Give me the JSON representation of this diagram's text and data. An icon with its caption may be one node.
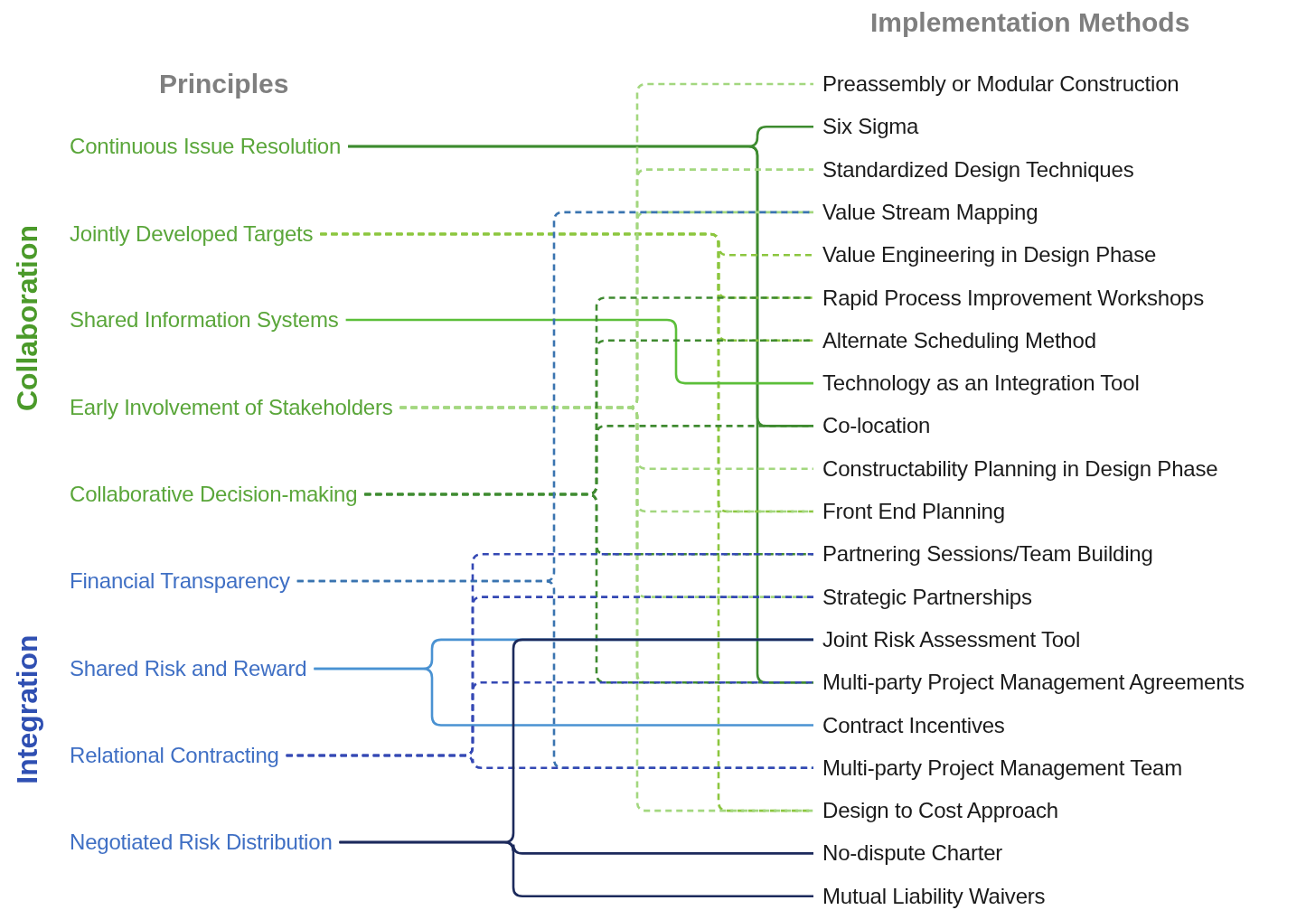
{
  "diagram": {
    "nodes": [
      {
        "text": [
          "Continuous Issue Resolution"
        ]
      },
      {
        "text": [
          "Jointly Developed Targets"
        ]
      },
      {
        "text": [
          "Shared Information Systems"
        ]
      },
      {
        "text": [
          "Early Involvement of Stakeholders"
        ]
      },
      {
        "text": [
          "Collaborative Decision-making"
        ]
      },
      {
        "text": [
          "Financial Transparency"
        ]
      },
      {
        "text": [
          "Shared Risk and Reward"
        ]
      },
      {
        "text": [
          "Relational Contracting"
        ]
      },
      {
        "text": [
          "Negotiated Risk Distribution"
        ]
      },
      {
        "text": [
          "Preassembly or Modular Construction"
        ]
      },
      {
        "text": [
          "Six Sigma"
        ]
      },
      {
        "text": [
          "Standardized Design Techniques"
        ]
      },
      {
        "text": [
          "Value Stream Mapping"
        ]
      },
      {
        "text": [
          "Value Engineering in Design Phase"
        ]
      },
      {
        "text": [
          "Rapid Process Improvement Workshops"
        ]
      },
      {
        "text": [
          "Alternate Scheduling Method"
        ]
      },
      {
        "text": [
          "Technology as an Integration Tool"
        ]
      },
      {
        "text": [
          "Co-location"
        ]
      },
      {
        "text": [
          "Constructability Planning in Design Phase"
        ]
      },
      {
        "text": [
          "Front End Planning"
        ]
      },
      {
        "text": [
          "Partnering Sessions/Team Building"
        ]
      },
      {
        "text": [
          "Strategic Partnerships"
        ]
      },
      {
        "text": [
          "Joint Risk Assessment Tool"
        ]
      },
      {
        "text": [
          "Multi-party Project Management Agreements"
        ]
      },
      {
        "text": [
          "Contract Incentives"
        ]
      },
      {
        "text": [
          "Multi-party Project Management Team"
        ]
      },
      {
        "text": [
          "Design to Cost Approach"
        ]
      },
      {
        "text": [
          "No-dispute Charter"
        ]
      },
      {
        "text": [
          "Mutual Liability Waivers"
        ]
      }
    ],
    "edges": [
      {
        "from": 0,
        "to": 10,
        "arrow": "none",
        "color": "#3d8b2f"
      },
      {
        "from": 0,
        "to": 17,
        "arrow": "none",
        "color": "#3d8b2f"
      },
      {
        "from": 0,
        "to": 23,
        "arrow": "none",
        "color": "#3d8b2f"
      },
      {
        "from": 1,
        "to": 13,
        "arrow": "none",
        "style": "dashed",
        "color": "#8cc63f"
      },
      {
        "from": 1,
        "to": 14,
        "arrow": "none",
        "style": "dashed",
        "color": "#8cc63f"
      },
      {
        "from": 1,
        "to": 15,
        "arrow": "none",
        "style": "dashed",
        "color": "#8cc63f"
      },
      {
        "from": 1,
        "to": 19,
        "arrow": "none",
        "style": "dashed",
        "color": "#8cc63f"
      },
      {
        "from": 1,
        "to": 26,
        "arrow": "none",
        "style": "dashed",
        "color": "#8cc63f"
      },
      {
        "from": 2,
        "to": 16,
        "arrow": "none",
        "color": "#5cbf3a"
      },
      {
        "from": 3,
        "to": 9,
        "arrow": "none",
        "style": "dashed",
        "color": "#a3d77f"
      },
      {
        "from": 3,
        "to": 11,
        "arrow": "none",
        "style": "dashed",
        "color": "#a3d77f"
      },
      {
        "from": 3,
        "to": 12,
        "arrow": "none",
        "style": "dashed",
        "color": "#a3d77f"
      },
      {
        "from": 3,
        "to": 18,
        "arrow": "none",
        "style": "dashed",
        "color": "#a3d77f"
      },
      {
        "from": 3,
        "to": 19,
        "arrow": "none",
        "style": "dashed",
        "color": "#a3d77f"
      },
      {
        "from": 3,
        "to": 21,
        "arrow": "none",
        "style": "dashed",
        "color": "#a3d77f"
      },
      {
        "from": 3,
        "to": 23,
        "arrow": "none",
        "style": "dashed",
        "color": "#a3d77f"
      },
      {
        "from": 3,
        "to": 26,
        "arrow": "none",
        "style": "dashed",
        "color": "#a3d77f"
      },
      {
        "from": 4,
        "to": 14,
        "arrow": "none",
        "style": "dashed",
        "color": "#3f8a30"
      },
      {
        "from": 4,
        "to": 15,
        "arrow": "none",
        "style": "dashed",
        "color": "#3f8a30"
      },
      {
        "from": 4,
        "to": 17,
        "arrow": "none",
        "style": "dashed",
        "color": "#3f8a30"
      },
      {
        "from": 4,
        "to": 20,
        "arrow": "none",
        "style": "dashed",
        "color": "#3f8a30"
      },
      {
        "from": 4,
        "to": 23,
        "arrow": "none",
        "style": "dashed",
        "color": "#3f8a30"
      },
      {
        "from": 5,
        "to": 12,
        "arrow": "none",
        "style": "dashed",
        "color": "#3a74b0"
      },
      {
        "from": 5,
        "to": 25,
        "arrow": "none",
        "style": "dashed",
        "color": "#3a74b0"
      },
      {
        "from": 6,
        "to": 22,
        "arrow": "none",
        "color": "#4a92d2"
      },
      {
        "from": 6,
        "to": 24,
        "arrow": "none",
        "color": "#4a92d2"
      },
      {
        "from": 7,
        "to": 20,
        "arrow": "none",
        "style": "dashed",
        "color": "#3448b4"
      },
      {
        "from": 7,
        "to": 21,
        "arrow": "none",
        "style": "dashed",
        "color": "#3448b4"
      },
      {
        "from": 7,
        "to": 23,
        "arrow": "none",
        "style": "dashed",
        "color": "#3448b4"
      },
      {
        "from": 7,
        "to": 25,
        "arrow": "none",
        "style": "dashed",
        "color": "#3448b4"
      },
      {
        "from": 8,
        "to": 22,
        "arrow": "none",
        "color": "#1c2a5c"
      },
      {
        "from": 8,
        "to": 27,
        "arrow": "none",
        "color": "#1c2a5c"
      },
      {
        "from": 8,
        "to": 28,
        "arrow": "none",
        "color": "#1c2a5c"
      }
    ],
    "labels": [
      "Implementation Methods",
      "Principles",
      "Collaboration",
      "Integration"
    ]
  }
}
